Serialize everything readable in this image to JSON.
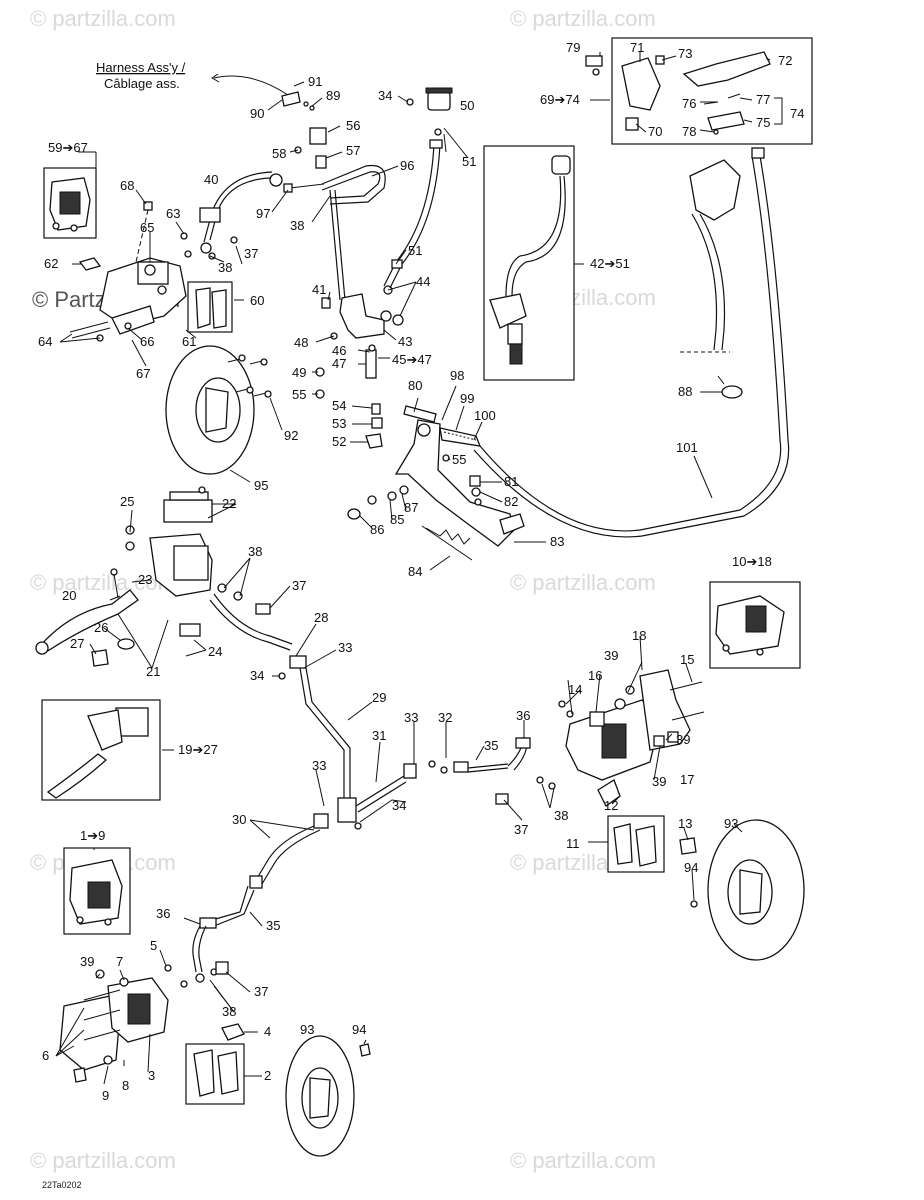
{
  "harness": {
    "line1": "Harness Ass'y /",
    "line2": "Câblage ass."
  },
  "watermark": "© Partzilla.com",
  "watermark_short": "© partzilla.com",
  "drawing_code": "22Ta0202",
  "labels": {
    "n1to9": "1➔9",
    "n2": "2",
    "n3": "3",
    "n4": "4",
    "n5": "5",
    "n6": "6",
    "n7": "7",
    "n8": "8",
    "n9": "9",
    "n10to18": "10➔18",
    "n11": "11",
    "n12": "12",
    "n13": "13",
    "n14": "14",
    "n15": "15",
    "n16": "16",
    "n17": "17",
    "n18": "18",
    "n19to27": "19➔27",
    "n20": "20",
    "n21": "21",
    "n22": "22",
    "n23": "23",
    "n24": "24",
    "n25": "25",
    "n26": "26",
    "n27": "27",
    "n28": "28",
    "n29": "29",
    "n30": "30",
    "n31": "31",
    "n32": "32",
    "n33": "33",
    "n34": "34",
    "n35": "35",
    "n36": "36",
    "n37": "37",
    "n38": "38",
    "n39": "39",
    "n40": "40",
    "n41": "41",
    "n42to51": "42➔51",
    "n43": "43",
    "n44": "44",
    "n45to47": "45➔47",
    "n46": "46",
    "n47": "47",
    "n48": "48",
    "n49": "49",
    "n50": "50",
    "n51": "51",
    "n52": "52",
    "n53": "53",
    "n54": "54",
    "n55": "55",
    "n56": "56",
    "n57": "57",
    "n58": "58",
    "n59to67": "59➔67",
    "n60": "60",
    "n61": "61",
    "n62": "62",
    "n63": "63",
    "n64": "64",
    "n65": "65",
    "n66": "66",
    "n67": "67",
    "n68": "68",
    "n69to74": "69➔74",
    "n70": "70",
    "n71": "71",
    "n72": "72",
    "n73": "73",
    "n74": "74",
    "n75": "75",
    "n76": "76",
    "n77": "77",
    "n78": "78",
    "n79": "79",
    "n80": "80",
    "n81": "81",
    "n82": "82",
    "n83": "83",
    "n84": "84",
    "n85": "85",
    "n86": "86",
    "n87": "87",
    "n88": "88",
    "n89": "89",
    "n90": "90",
    "n91": "91",
    "n92": "92",
    "n93": "93",
    "n94": "94",
    "n95": "95",
    "n96": "96",
    "n97": "97",
    "n98": "98",
    "n99": "99",
    "n100": "100",
    "n101": "101"
  }
}
